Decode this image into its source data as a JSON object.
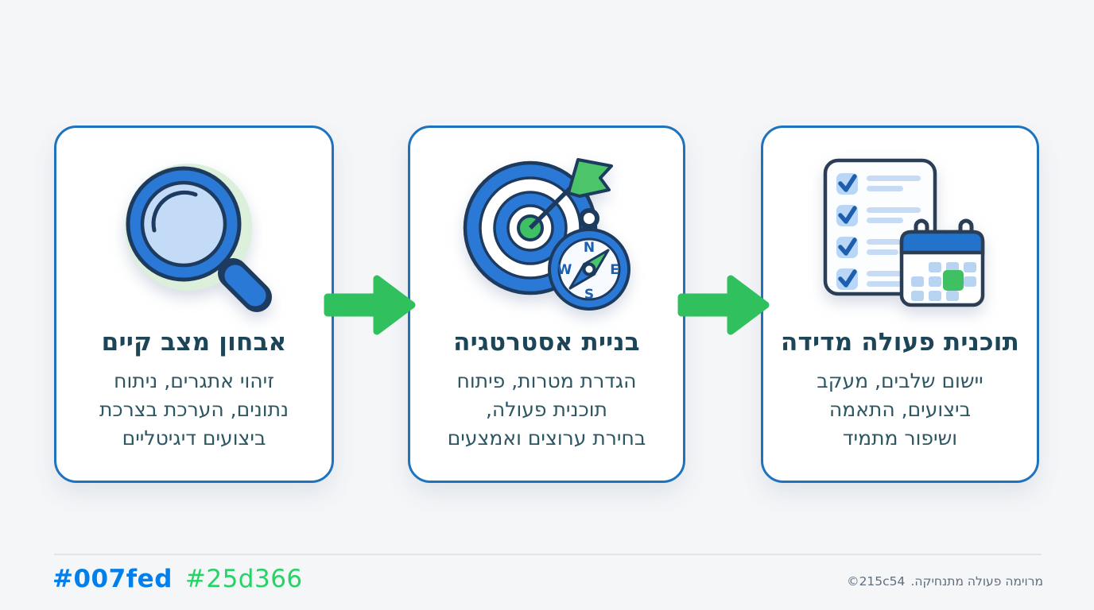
{
  "page": {
    "background": "#f5f6f8",
    "card_border": "#1f72bd"
  },
  "cards": [
    {
      "icon": "magnifier-icon",
      "title": "אבחון מצב קיים",
      "body_lines": [
        "זיהוי אתגרים, ניתוח",
        "נתונים, הערכת בצרכת",
        "ביצועים דיגיטליים"
      ]
    },
    {
      "icon": "target-compass-icon",
      "title": "בניית אסטרטגיה",
      "body_lines": [
        "הגדרת מטרות, פיתוח",
        "תוכנית פעולה,",
        "בחירת ערוצים ואמצעים"
      ]
    },
    {
      "icon": "checklist-calendar-icon",
      "title": "תוכנית פעולה מדידה",
      "body_lines": [
        "יישום שלבים, מעקב",
        "ביצועים, התאמה",
        "ושיפור מתמיד"
      ]
    }
  ],
  "compass": {
    "north": "N",
    "south": "S",
    "east": "E",
    "west": "W"
  },
  "footer": {
    "codes": [
      {
        "label": "#007fed",
        "color": "#007fed"
      },
      {
        "label": "#25d366",
        "color": "#25d366"
      }
    ],
    "credit_code": "©215c54",
    "credit_text": "מרוימה פעולה מתנחיקה."
  },
  "colors": {
    "accent_blue": "#2b79d6",
    "outline_navy": "#1d3a5f",
    "accent_green": "#3fc163",
    "arrow_green": "#31c05e",
    "light_blue": "#bcd7f6",
    "glow_green": "#dcefdb"
  }
}
